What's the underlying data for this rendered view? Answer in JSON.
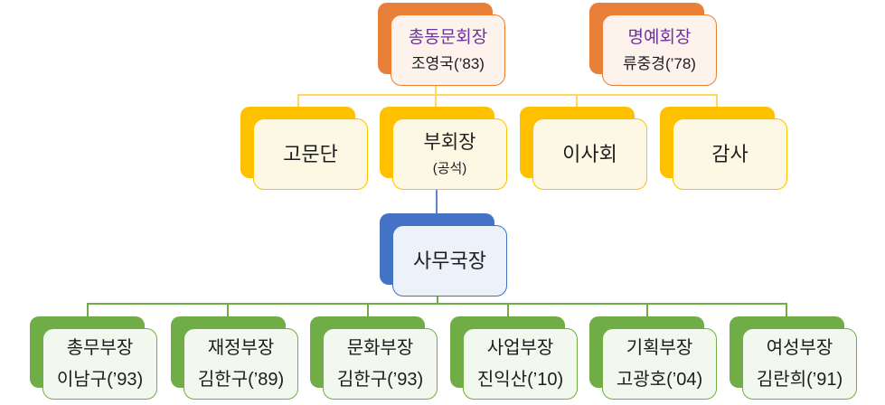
{
  "colors": {
    "orange_shadow": "#E8803A",
    "orange_border": "#ED7D31",
    "orange_fill": "#FDF2EC",
    "gold_shadow": "#FFC000",
    "gold_border": "#FFC000",
    "gold_fill": "#FDF8E4",
    "blue_shadow": "#4472C4",
    "blue_border": "#4472C4",
    "blue_fill": "#ECF1FA",
    "green_shadow": "#70AD47",
    "green_border": "#70AD47",
    "green_fill": "#F2F8ED",
    "title_purple": "#7030A0",
    "connector_gold": "#FFD75E",
    "connector_blue": "#5B87C9",
    "connector_green": "#70AD47"
  },
  "nodes": [
    {
      "id": "president",
      "title": "총동문회장",
      "subtitle": "조영국(’83)"
    },
    {
      "id": "honorary-president",
      "title": "명예회장",
      "subtitle": "류중경(’78)"
    },
    {
      "id": "advisory-group",
      "title": "고문단"
    },
    {
      "id": "vice-president",
      "title": "부회장",
      "subtitle": "(공석)"
    },
    {
      "id": "board-of-directors",
      "title": "이사회"
    },
    {
      "id": "auditor",
      "title": "감사"
    },
    {
      "id": "secretary-general",
      "title": "사무국장"
    },
    {
      "id": "general-affairs-director",
      "title": "총무부장",
      "subtitle": "이남구(’93)"
    },
    {
      "id": "finance-director",
      "title": "재정부장",
      "subtitle": "김한구(’89)"
    },
    {
      "id": "culture-director",
      "title": "문화부장",
      "subtitle": "김한구(’93)"
    },
    {
      "id": "business-director",
      "title": "사업부장",
      "subtitle": "진익산(’10)"
    },
    {
      "id": "planning-director",
      "title": "기획부장",
      "subtitle": "고광호(’04)"
    },
    {
      "id": "womens-director",
      "title": "여성부장",
      "subtitle": "김란희(’91)"
    }
  ]
}
